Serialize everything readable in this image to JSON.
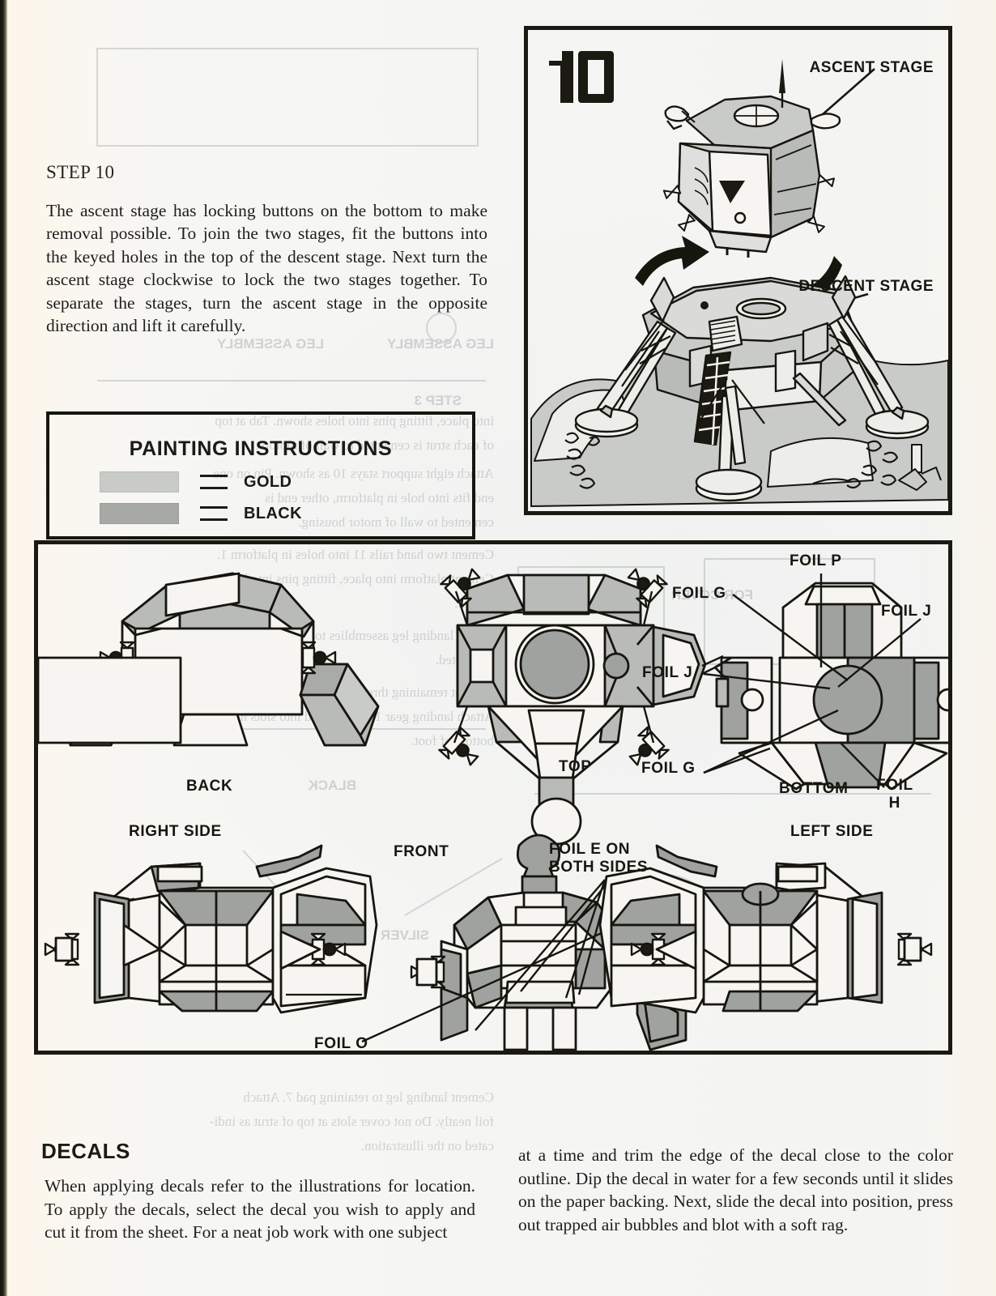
{
  "page": {
    "background_color": "#fdf6ea",
    "ink_color": "#1a1a12"
  },
  "step": {
    "heading": "STEP 10",
    "body": "The ascent stage has locking buttons on the bottom to make removal possible. To join the two stages, fit the buttons into the keyed holes in the top of the descent stage. Next turn the ascent stage clockwise to lock the two stages together.  To separate the stages, turn the ascent stage in the opposite direction and lift it carefully."
  },
  "painting_instructions": {
    "title": "PAINTING INSTRUCTIONS",
    "swatches": [
      {
        "label": "GOLD",
        "swatch_color": "#c9cbc8"
      },
      {
        "label": "BLACK",
        "swatch_color": "#a7a9a6"
      }
    ]
  },
  "stage_panel": {
    "step_number": "10",
    "labels": {
      "ascent": "ASCENT STAGE",
      "descent": "DESCENT\nSTAGE"
    }
  },
  "views_panel": {
    "view_labels": {
      "back": "BACK",
      "top": "TOP",
      "bottom": "BOTTOM",
      "right_side": "RIGHT SIDE",
      "front": "FRONT",
      "left_side": "LEFT SIDE"
    },
    "foil_labels": {
      "foil_p": "FOIL P",
      "foil_g_upper": "FOIL G",
      "foil_j_right": "FOIL J",
      "foil_j_left": "FOIL J",
      "foil_g_lower": "FOIL G",
      "foil_h": "FOIL\nH",
      "foil_e": "FOIL E ON\nBOTH SIDES",
      "foil_o": "FOIL O"
    }
  },
  "decals": {
    "heading": "DECALS",
    "column_left": "When applying decals refer to the illustrations for location. To apply the decals, select the decal you wish to apply and cut it from the sheet. For a neat job work with one subject",
    "column_right": "at a time and trim the edge of the decal close to the color outline. Dip the decal in water for a few seconds until it slides on the paper backing. Next, slide the decal into position, press out trapped air bubbles and blot with a soft rag."
  }
}
